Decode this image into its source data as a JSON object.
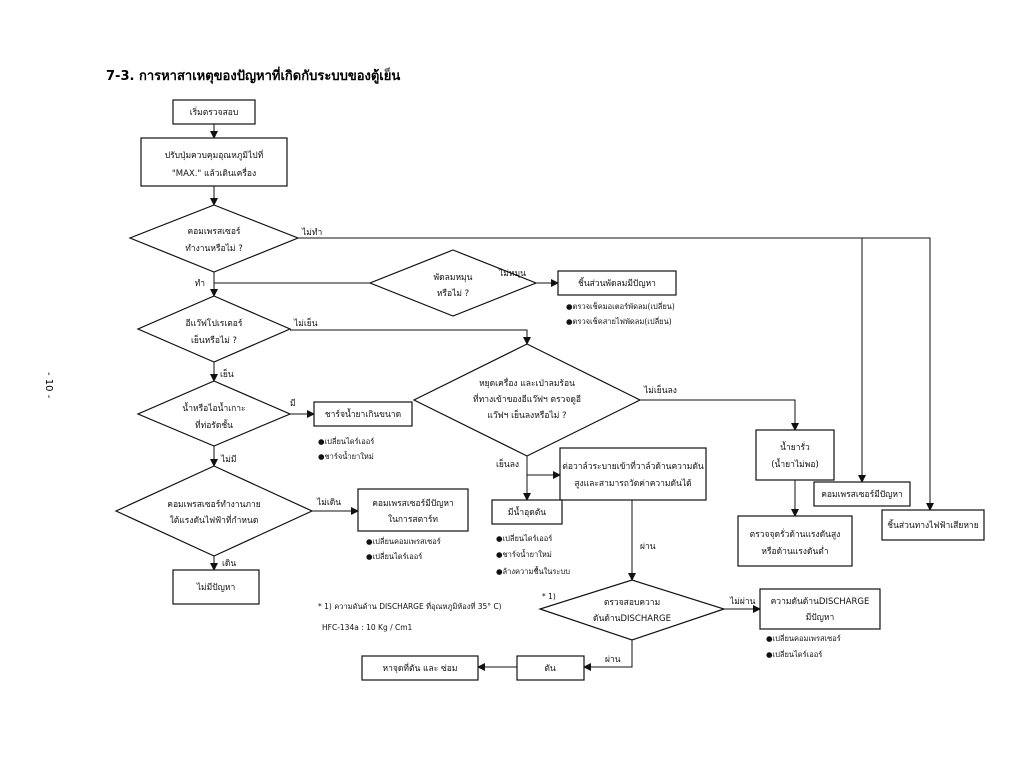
{
  "title": "7-3. การหาสาเหตุของปัญหาที่เกิดกับระบบของตู้เย็น",
  "page_number": "- 10 -",
  "nodes": {
    "start": [
      "เริ่มตรวจสอบ"
    ],
    "set_max": [
      "ปรับปุ่มควบคุมอุณหภูมิไปที่",
      "\"MAX.\" แล้วเดินเครื่อง"
    ],
    "q_compressor": [
      "คอมเพรสเซอร์",
      "ทำงานหรือไม่ ?"
    ],
    "q_fan": [
      "พัดลมหมุน",
      "หรือไม่ ?"
    ],
    "fan_fault": [
      "ชิ้นส่วนพัดลมมีปัญหา"
    ],
    "q_evap": [
      "อีแว๊ฟโปเรเตอร์",
      "เย็นหรือไม่ ?"
    ],
    "q_stop": [
      "หยุดเครื่อง และเป่าลมร้อน",
      "ที่ทางเข้าของอีแว๊ฟฯ ตรวจดูอี",
      "แว๊ฟฯ เย็นลงหรือไม่ ?"
    ],
    "q_ice": [
      "น้ำหรือไอน้ำเกาะ",
      "ที่ท่อรัดชั้น"
    ],
    "overcharge": [
      "ชาร์จน้ำยาเกินขนาด"
    ],
    "leak": [
      "น้ำยารั่ว",
      "(น้ำยาไม่พอ)"
    ],
    "comp_fault": [
      "คอมเพรสเซอร์มีปัญหา"
    ],
    "elec_fault": [
      "ชิ้นส่วนทางไฟฟ้าเสียหาย"
    ],
    "check_pressure": [
      "ต่อวาล์วระบายเข้าที่วาล์วด้านความดัน",
      "สูงและสามารถวัดค่าความดันได้"
    ],
    "q_voltage": [
      "คอมเพรสเซอร์ทำงานภาย",
      "ใต้แรงดันไฟฟ้าที่กำหนด"
    ],
    "start_fault": [
      "คอมเพรสเซอร์มีปัญหา",
      "ในการสตาร์ท"
    ],
    "clog": [
      "มีน้ำอุดตัน"
    ],
    "find_leak": [
      "ตรวจจุดรั่วด้านแรงดันสูง",
      "หรือด้านแรงดันต่ำ"
    ],
    "no_problem": [
      "ไม่มีปัญหา"
    ],
    "q_discharge": [
      "ตรวจสอบความ",
      "ดันด้านDISCHARGE"
    ],
    "discharge_fault": [
      "ความดันด้านDISCHARGE",
      "มีปัญหา"
    ],
    "jam": [
      "ตัน"
    ],
    "repair": [
      "หาจุดที่ตัน และ ซ่อม"
    ]
  },
  "edge_labels": {
    "no_work": "ไม่ทำ",
    "work": "ทำ",
    "no_spin": "ไม่หมุน",
    "not_cold": "ไม่เย็น",
    "cold": "เย็น",
    "not_colder": "ไม่เย็นลง",
    "colder": "เย็นลง",
    "has": "มี",
    "none": "ไม่มี",
    "not_run": "ไม่เดิน",
    "run": "เดิน",
    "pass1": "ผ่าน",
    "pass2": "ผ่าน",
    "fail": "ไม่ผ่าน"
  },
  "bullets": {
    "fan": [
      "●ตรวจเช็คมอเตอร์พัดลม(เปลี่ยน)",
      "●ตรวจเช็คสายไฟพัดลม(เปลี่ยน)"
    ],
    "overcharge": [
      "●เปลี่ยนไดร์เออร์",
      "●ชาร์จน้ำยาใหม่"
    ],
    "start_fault": [
      "●เปลี่ยนคอมเพรสเซอร์",
      "●เปลี่ยนไดร์เออร์"
    ],
    "clog": [
      "●เปลี่ยนไดร์เออร์",
      "●ชาร์จน้ำยาใหม่",
      "●ล้างความชื้นในระบบ"
    ],
    "discharge_fault": [
      "●เปลี่ยนคอมเพรสเซอร์",
      "●เปลี่ยนไดร์เออร์"
    ]
  },
  "notes": {
    "footnote_marker": "* 1)",
    "footnote": "* 1) ความดันด้าน DISCHARGE ที่อุณหภูมิห้องที่ 35° C)",
    "spec": "HFC-134a : 10 Kg / Cm1"
  }
}
